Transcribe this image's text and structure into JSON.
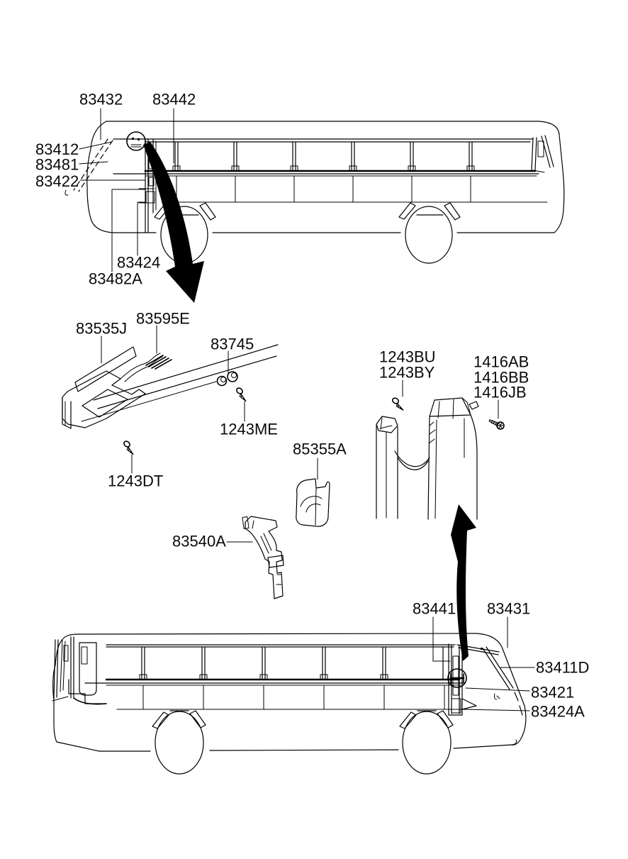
{
  "canvas": {
    "background": "#ffffff",
    "line_color": "#000000"
  },
  "labels": {
    "p83432": "83432",
    "p83442": "83442",
    "p83412": "83412",
    "p83481": "83481",
    "p83422": "83422",
    "p83424": "83424",
    "p83482A": "83482A",
    "p83535J": "83535J",
    "p83595E": "83595E",
    "p83745": "83745",
    "p1243ME": "1243ME",
    "p1243DT": "1243DT",
    "p85355A": "85355A",
    "p83540A": "83540A",
    "p1243BU": "1243BU",
    "p1243BY": "1243BY",
    "p1416AB": "1416AB",
    "p1416BB": "1416BB",
    "p1416JB": "1416JB",
    "p83441": "83441",
    "p83431": "83431",
    "p83411D": "83411D",
    "p83421": "83421",
    "p83424A": "83424A"
  }
}
